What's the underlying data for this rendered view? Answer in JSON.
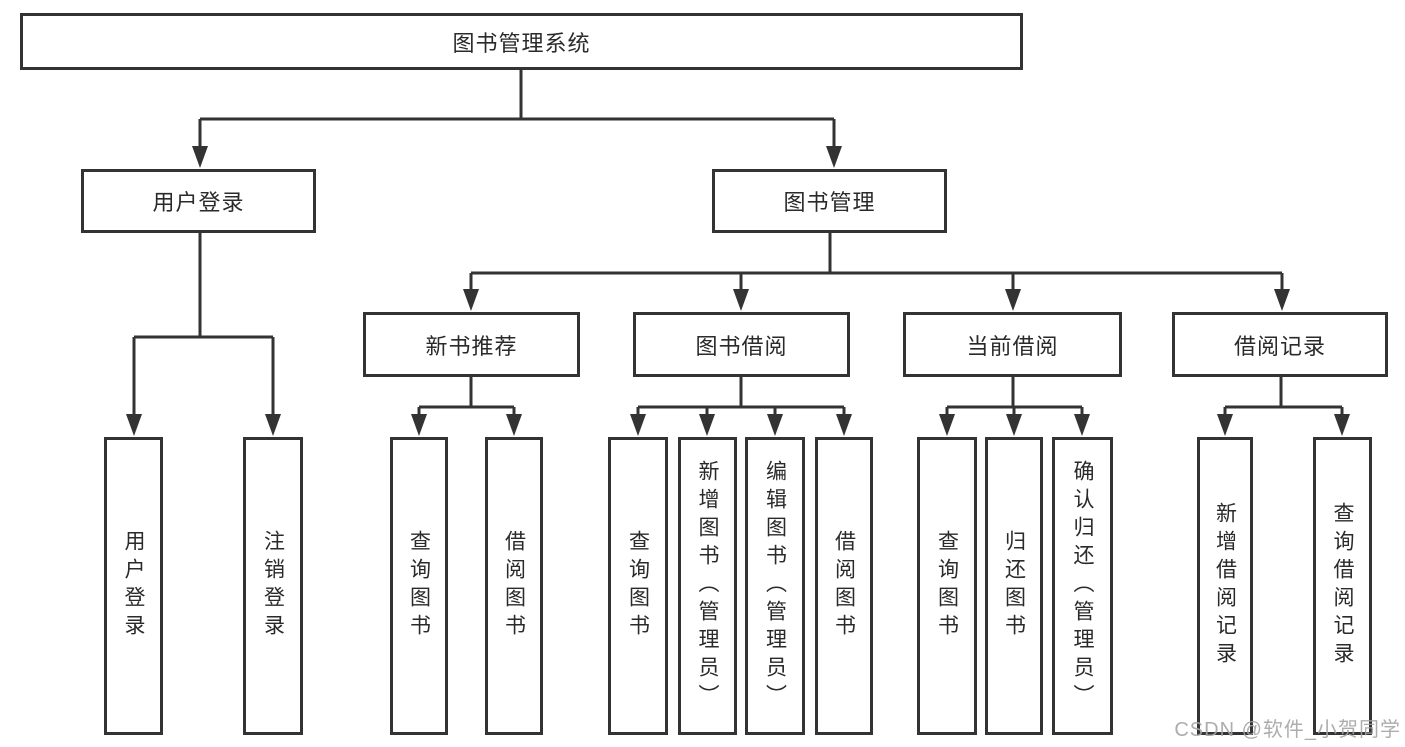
{
  "tree": {
    "root": {
      "label": "图书管理系统"
    },
    "level2": [
      {
        "id": "user-login",
        "label": "用户登录"
      },
      {
        "id": "book-management",
        "label": "图书管理"
      }
    ],
    "level3": [
      {
        "id": "new-book-recommend",
        "label": "新书推荐",
        "parent": "图书管理"
      },
      {
        "id": "book-borrow",
        "label": "图书借阅",
        "parent": "图书管理"
      },
      {
        "id": "current-borrow",
        "label": "当前借阅",
        "parent": "图书管理"
      },
      {
        "id": "borrow-records",
        "label": "借阅记录",
        "parent": "图书管理"
      }
    ],
    "leaves": [
      {
        "label": "用户登录",
        "parent": "用户登录"
      },
      {
        "label": "注销登录",
        "parent": "用户登录"
      },
      {
        "label": "查询图书",
        "parent": "新书推荐"
      },
      {
        "label": "借阅图书",
        "parent": "新书推荐"
      },
      {
        "label": "查询图书",
        "parent": "图书借阅"
      },
      {
        "label": "新增图书（管理员）",
        "parent": "图书借阅"
      },
      {
        "label": "编辑图书（管理员）",
        "parent": "图书借阅"
      },
      {
        "label": "借阅图书",
        "parent": "图书借阅"
      },
      {
        "label": "查询图书",
        "parent": "当前借阅"
      },
      {
        "label": "归还图书",
        "parent": "当前借阅"
      },
      {
        "label": "确认归还（管理员）",
        "parent": "当前借阅"
      },
      {
        "label": "新增借阅记录",
        "parent": "借阅记录"
      },
      {
        "label": "查询借阅记录",
        "parent": "借阅记录"
      }
    ]
  },
  "watermark": {
    "text": "CSDN @软件_小贺同学"
  },
  "colors": {
    "line": "#333333",
    "text": "#2a2a2a",
    "box_fill": "#ffffff",
    "watermark": "#a4a4a4",
    "background": "#ffffff"
  }
}
